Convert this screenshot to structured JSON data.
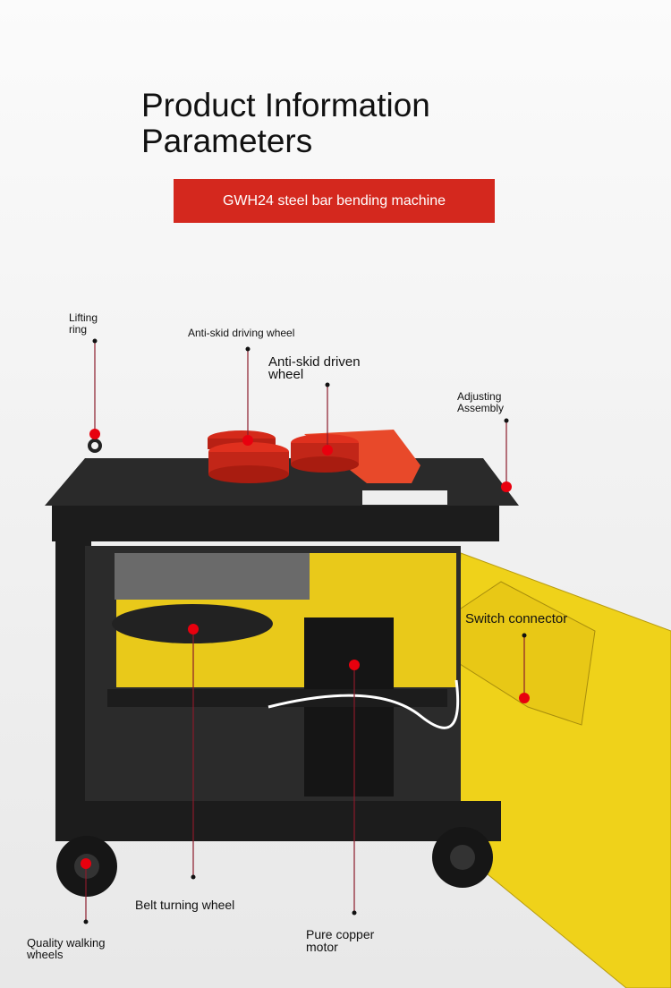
{
  "header": {
    "title": "Product Information Parameters",
    "subtitle_banner": "GWH24 steel bar bending machine"
  },
  "callouts": {
    "lifting_ring": "Lifting ring",
    "driving_wheel": "Anti-skid driving wheel",
    "driven_wheel": "Anti-skid driven wheel",
    "adjusting_assembly": "Adjusting Assembly",
    "switch_connector": "Switch connector",
    "belt_wheel": "Belt turning wheel",
    "motor": "Pure copper motor",
    "walking_wheels": "Quality walking wheels"
  },
  "colors": {
    "accent_red": "#d4281e",
    "callout_line": "#8b1a2a",
    "machine_yellow": "#f2d21b",
    "frame_black": "#1c1c1c"
  }
}
